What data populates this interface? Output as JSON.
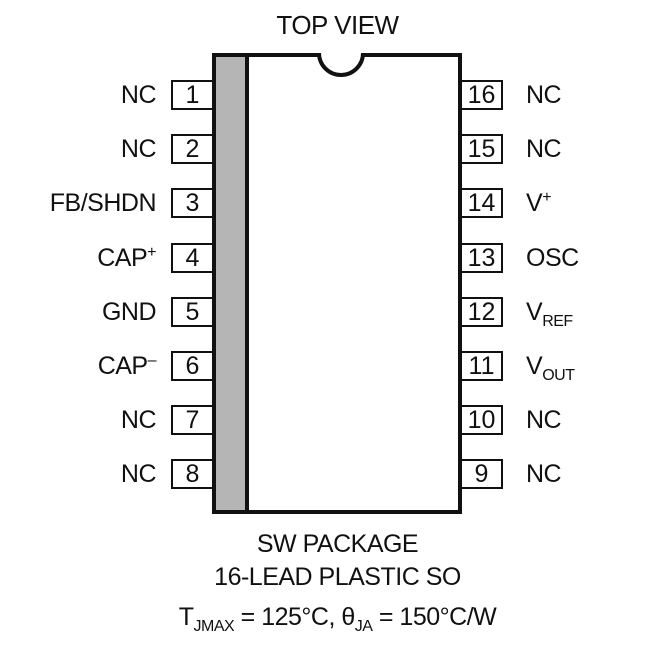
{
  "title": "TOP VIEW",
  "left_pins": [
    {
      "number": "1",
      "label": "NC",
      "sup": "",
      "sub": ""
    },
    {
      "number": "2",
      "label": "NC",
      "sup": "",
      "sub": ""
    },
    {
      "number": "3",
      "label": "FB/SHDN",
      "sup": "",
      "sub": ""
    },
    {
      "number": "4",
      "label": "CAP",
      "sup": "+",
      "sub": ""
    },
    {
      "number": "5",
      "label": "GND",
      "sup": "",
      "sub": ""
    },
    {
      "number": "6",
      "label": "CAP",
      "sup": "–",
      "sub": ""
    },
    {
      "number": "7",
      "label": "NC",
      "sup": "",
      "sub": ""
    },
    {
      "number": "8",
      "label": "NC",
      "sup": "",
      "sub": ""
    }
  ],
  "right_pins": [
    {
      "number": "16",
      "label": "NC",
      "sup": "",
      "sub": ""
    },
    {
      "number": "15",
      "label": "NC",
      "sup": "",
      "sub": ""
    },
    {
      "number": "14",
      "label": "V",
      "sup": "+",
      "sub": ""
    },
    {
      "number": "13",
      "label": "OSC",
      "sup": "",
      "sub": ""
    },
    {
      "number": "12",
      "label": "V",
      "sup": "",
      "sub": "REF"
    },
    {
      "number": "11",
      "label": "V",
      "sup": "",
      "sub": "OUT"
    },
    {
      "number": "10",
      "label": "NC",
      "sup": "",
      "sub": ""
    },
    {
      "number": "9",
      "label": "NC",
      "sup": "",
      "sub": ""
    }
  ],
  "package_line1": "SW PACKAGE",
  "package_line2": "16-LEAD PLASTIC SO",
  "thermal": {
    "t_symbol": "T",
    "t_sub": "JMAX",
    "t_value": " = 125°C, ",
    "theta_symbol": "θ",
    "theta_sub": "JA",
    "theta_value": " = 150°C/W"
  },
  "colors": {
    "outline": "#111111",
    "stripe": "#b5b5b5",
    "background": "#ffffff"
  }
}
